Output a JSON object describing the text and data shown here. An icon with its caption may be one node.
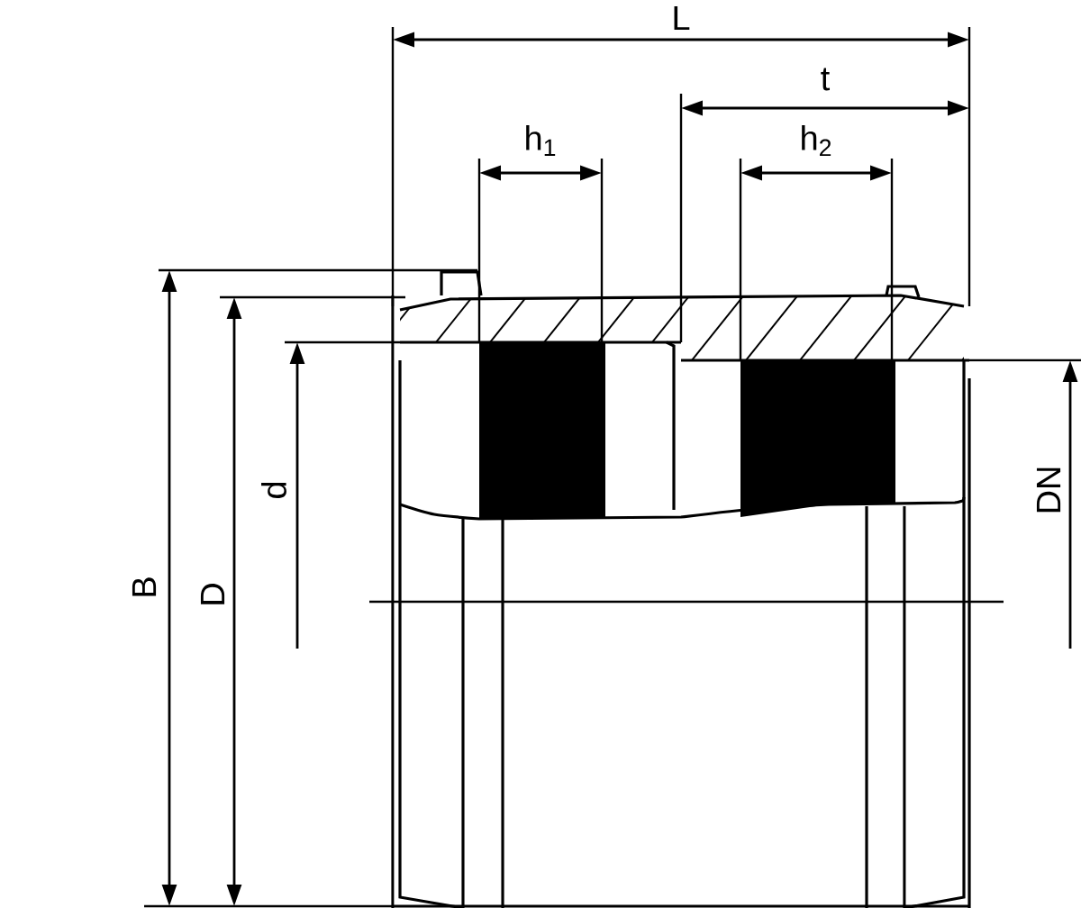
{
  "diagram": {
    "labels": [
      "L",
      "t",
      "h$_{1}$",
      "h$_{2}$",
      "B",
      "D",
      "d",
      "DN"
    ]
  }
}
